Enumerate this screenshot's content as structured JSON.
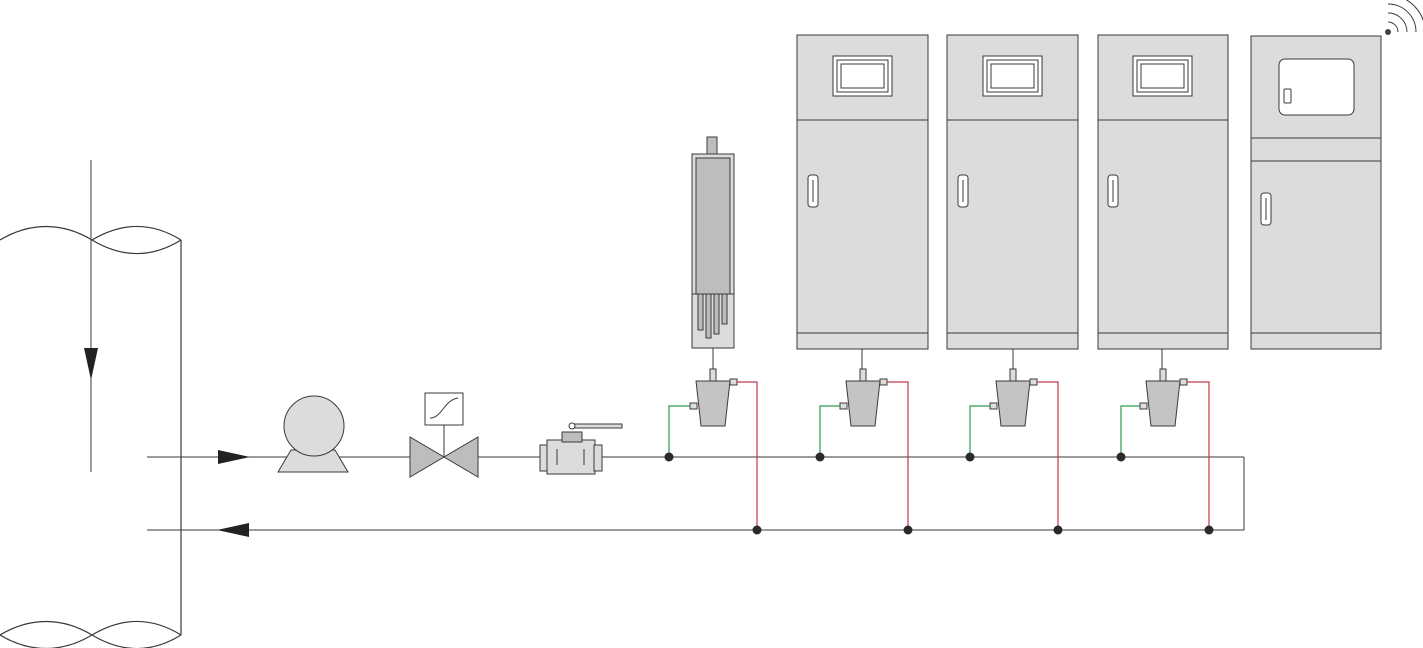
{
  "diagram": {
    "type": "process-flow",
    "components": [
      {
        "id": "main-pipe",
        "kind": "vertical pipe section with downward flow arrow"
      },
      {
        "id": "pump",
        "kind": "centrifugal pump"
      },
      {
        "id": "control-valve",
        "kind": "globe control valve with actuator"
      },
      {
        "id": "ball-valve",
        "kind": "manual ball valve"
      },
      {
        "id": "probe-analyzer",
        "kind": "immersion probe analyzer"
      },
      {
        "id": "cabinet-1",
        "kind": "analyzer cabinet with display"
      },
      {
        "id": "cabinet-2",
        "kind": "analyzer cabinet with display"
      },
      {
        "id": "cabinet-3",
        "kind": "analyzer cabinet with display"
      },
      {
        "id": "control-cabinet",
        "kind": "control cabinet with door window"
      },
      {
        "id": "flow-cell-1",
        "kind": "flow cell"
      },
      {
        "id": "flow-cell-2",
        "kind": "flow cell"
      },
      {
        "id": "flow-cell-3",
        "kind": "flow cell"
      },
      {
        "id": "flow-cell-4",
        "kind": "flow cell"
      }
    ],
    "colors": {
      "line": "#3a3a3a",
      "cabinet": "#dcdcdc",
      "sample_inlet_line": "#2e9b4f",
      "sample_return_line": "#c0394b",
      "junction": "#2a2a2a"
    },
    "icons": [
      "wireless-signal-icon",
      "flow-arrow-icon"
    ]
  }
}
